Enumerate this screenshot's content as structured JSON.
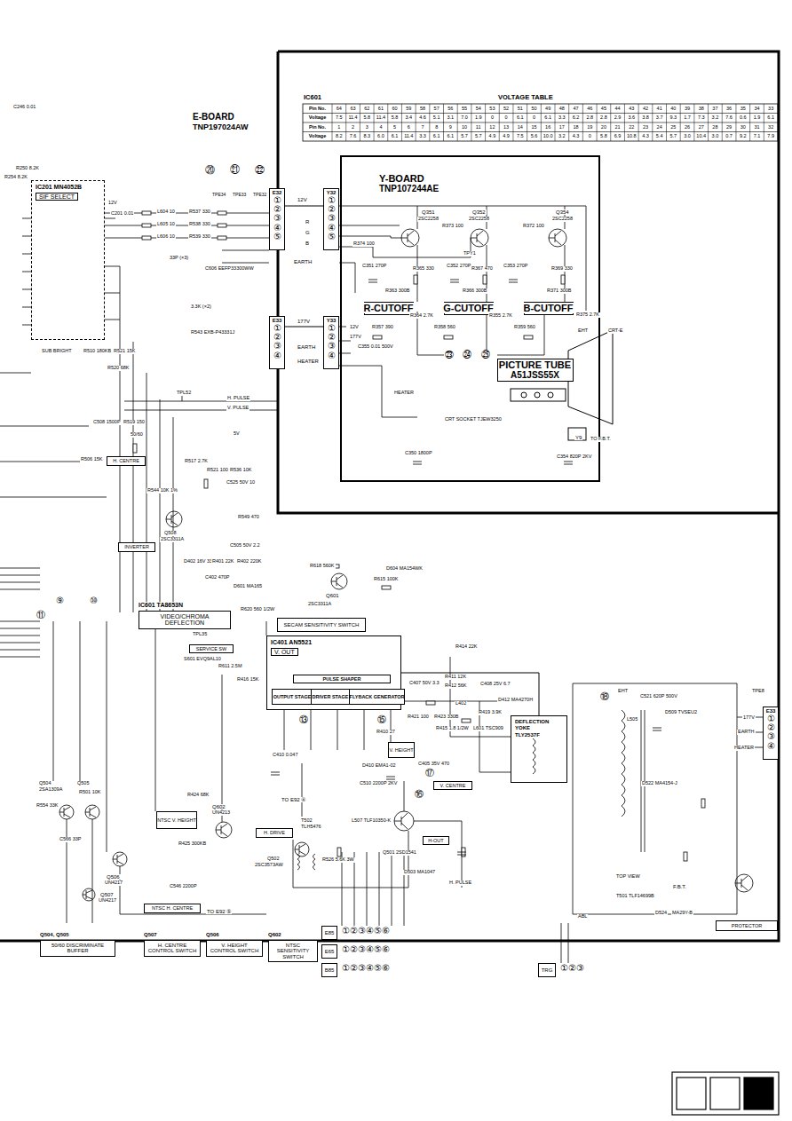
{
  "diagram": {
    "nodes": [
      {
        "text": [
          "Y-BOARD",
          "TNP107244AE"
        ]
      },
      {
        "text": [
          "IC201 MN4052B",
          "SIF SELECT"
        ]
      },
      {
        "text": [
          "IC601 TA8653N",
          "VIDEO/CHROMA DEFLECTION"
        ]
      },
      {
        "text": [
          "SECAM SENSITIVITY SWITCH"
        ]
      },
      {
        "text": [
          "IC401 AN5521",
          "V. OUT"
        ]
      },
      {
        "text": [
          "PULSE SHAPER"
        ],
        "in": 4
      },
      {
        "text": [
          "OUTPUT STAGE"
        ],
        "in": 4
      },
      {
        "text": [
          "DRIVER STAGE"
        ],
        "in": 4
      },
      {
        "text": [
          "FLYBACK GENERATOR"
        ],
        "in": 4
      },
      {
        "text": [
          "SERVICE SW"
        ]
      },
      {
        "text": [
          "DEFLECTION YOKE",
          "TLY2537F"
        ]
      },
      {
        "text": [
          "E32",
          "①②③④⑤"
        ]
      },
      {
        "text": [
          "Y32",
          "①②③④⑤"
        ]
      },
      {
        "text": [
          "E33",
          "①②③④"
        ]
      },
      {
        "text": [
          "Y33",
          "①②③④"
        ]
      },
      {
        "text": [
          "PICTURE TUBE",
          "A51JSS55X"
        ],
        "in": 0
      },
      {
        "text": [
          "R-CUTOFF"
        ],
        "in": 0
      },
      {
        "text": [
          "G-CUTOFF"
        ],
        "in": 0
      },
      {
        "text": [
          "B-CUTOFF"
        ],
        "in": 0
      },
      {
        "text": [
          "H. CENTRE"
        ]
      },
      {
        "text": [
          "INVERTER"
        ]
      },
      {
        "text": [
          "NTSC V. HEIGHT"
        ]
      },
      {
        "text": [
          "NTSC H. CENTRE"
        ]
      },
      {
        "text": [
          "H. DRIVE"
        ]
      },
      {
        "text": [
          "H-OUT"
        ]
      },
      {
        "text": [
          "V. HEIGHT"
        ]
      },
      {
        "text": [
          "V. CENTRE"
        ]
      },
      {
        "text": [
          "PROTECTOR"
        ]
      },
      {
        "text": [
          "E33",
          "①②③④"
        ]
      },
      {
        "text": [
          "E85"
        ]
      },
      {
        "text": [
          "E65"
        ]
      },
      {
        "text": [
          "B85"
        ]
      },
      {
        "text": [
          "TRG"
        ]
      },
      {
        "text": [
          "Q504, Q505",
          "50/60 DISCRIMINATE BUFFER"
        ]
      },
      {
        "text": [
          "Q507",
          "H. CENTRE CONTROL SWITCH"
        ]
      },
      {
        "text": [
          "Q506",
          "V. HEIGHT CONTROL SWITCH"
        ]
      },
      {
        "text": [
          "Q602",
          "NTSC SENSITIVITY SWITCH"
        ]
      }
    ],
    "edges": [
      {
        "from": 11,
        "to": 12,
        "arrow": "none"
      },
      {
        "from": 13,
        "to": 14,
        "arrow": "none"
      },
      {
        "from": 4,
        "to": 10,
        "arrow": "none"
      }
    ],
    "labels": [
      "IC601",
      "VOLTAGE TABLE",
      "Pin No.",
      "64",
      "63",
      "62",
      "61",
      "60",
      "59",
      "58",
      "57",
      "56",
      "55",
      "54",
      "53",
      "52",
      "51",
      "50",
      "49",
      "48",
      "47",
      "46",
      "45",
      "44",
      "43",
      "42",
      "41",
      "40",
      "39",
      "38",
      "37",
      "36",
      "35",
      "34",
      "33",
      "Voltage",
      "7.5",
      "11.4",
      "5.8",
      "11.4",
      "5.8",
      "3.4",
      "4.6",
      "5.1",
      "3.1",
      "7.0",
      "1.9",
      "0",
      "0",
      "6.1",
      "0",
      "6.1",
      "3.3",
      "6.2",
      "2.8",
      "2.8",
      "2.9",
      "3.6",
      "3.8",
      "3.7",
      "9.3",
      "1.7",
      "7.3",
      "3.2",
      "7.6",
      "0.6",
      "1.9",
      "6.1",
      "Pin No.",
      "1",
      "2",
      "3",
      "4",
      "5",
      "6",
      "7",
      "8",
      "9",
      "10",
      "11",
      "12",
      "13",
      "14",
      "15",
      "16",
      "17",
      "18",
      "19",
      "20",
      "21",
      "22",
      "23",
      "24",
      "25",
      "26",
      "27",
      "28",
      "29",
      "30",
      "31",
      "32",
      "Voltage",
      "8.2",
      "7.6",
      "8.3",
      "6.0",
      "6.1",
      "11.4",
      "3.3",
      "6.1",
      "6.1",
      "5.7",
      "5.7",
      "4.9",
      "4.9",
      "7.5",
      "5.6",
      "10.0",
      "3.2",
      "4.3",
      "0",
      "5.8",
      "6.9",
      "10.8",
      "4.3",
      "5.4",
      "5.7",
      "3.0",
      "10.4",
      "3.0",
      "0.7",
      "9.2",
      "7.1",
      "7.9",
      "E-BOARD",
      "TNP197024AW",
      "⑳",
      "㉑",
      "㉒",
      "TPE34",
      "TPE33",
      "TPE32",
      "12V",
      "R",
      "G",
      "B",
      "EARTH",
      "C246 0.01",
      "R250 8.2K",
      "R254 8.2K",
      "C201 0.01",
      "12V",
      "L604 10",
      "L605 10",
      "L606 10",
      "R537 330",
      "R538 330",
      "R539 330",
      "33P (×3)",
      "C606 EEFP33300WW",
      "3.3K (×2)",
      "R543 EXB-P43331J",
      "SUB BRIGHT",
      "R510 180KB",
      "R521 15K",
      "R520 68K",
      "H. PULSE",
      "V. PULSE",
      "TPL52",
      "5V",
      "C508 1500P",
      "R519 150",
      "50/60",
      "R506 15K",
      "R517 2.7K",
      "R521 100",
      "R536 10K",
      "C525 50V 10",
      "R544 10K 1%",
      "Q508",
      "2SC3311A",
      "R549 470",
      "C505 50V 2.2",
      "D402 16V 33",
      "R401 22K",
      "R402 220K",
      "C402 470P",
      "R618 560K",
      "Q601",
      "2SC3311A",
      "R615 100K",
      "D604 MA154WK",
      "D601 MA165",
      "R620 560 1/2W",
      "S601 EVQ9AL10",
      "TPL35",
      "R416 15K",
      "R611 2.5M",
      "R414 22K",
      "C407 50V 3.3",
      "R411 12K",
      "R412 56K",
      "C408 25V 6.7",
      "L402",
      "R421 100",
      "R423 330B",
      "R419 3.9K",
      "D412 MA4270H",
      "R415 1.8 1/2W",
      "L601 TSC909",
      "R410 27",
      "C410 0.047",
      "D410 EMA1-02",
      "C405 35V 470",
      "⑬",
      "⑮",
      "⑯",
      "⑰",
      "⑱",
      "⑨",
      "⑩",
      "⑪",
      "㉓",
      "㉔",
      "㉕",
      "TO E92 ④",
      "T502",
      "TLH5476",
      "Q502",
      "2SC3573AW",
      "R526 5.6K 3W",
      "L507 TLF10350-K",
      "Q501 2SD1541",
      "C510 2200P 2KV",
      "D503 MA1047",
      "H. PULSE",
      "T501 TLF14699B",
      "F.B.T.",
      "TOP VIEW",
      "EHT",
      "L505",
      "C521 620P 500V",
      "D509 TVSEU2",
      "TPE8",
      "177V",
      "EARTH",
      "HEATER",
      "D522 MA4154-J",
      "D524",
      "MA29Y-B",
      "ABL",
      "Y9",
      "TO F.B.T.",
      "EHT",
      "CRT-E",
      "HEATER",
      "C350 1800P",
      "C354 820P 2KV",
      "Q351",
      "2SC2258",
      "Q352",
      "2SC2258",
      "Q354",
      "2SC2258",
      "TPY1",
      "R374 100",
      "R373 100",
      "R372 100",
      "CRT SOCKET TJEW3250",
      "C351 270P",
      "C352 270P",
      "C353 270P",
      "R365 330",
      "R367 470",
      "R369 330",
      "R363 300B",
      "R366 300B",
      "R371 300B",
      "R364 2.7K",
      "R355 2.7K",
      "R357 390",
      "R358 560",
      "R359 560",
      "R375 2.7K",
      "12V",
      "177V",
      "C355 0.01 500V",
      "177V",
      "EARTH",
      "HEATER",
      "Q504",
      "2SA1309A",
      "Q505",
      "R554 33K",
      "C566 33P",
      "R501 10K",
      "Q506",
      "UN4217",
      "Q507",
      "UN4217",
      "Q602",
      "UN4213",
      "R424 68K",
      "R425 300KB",
      "C546 2200P",
      "TO E92 ⑤",
      "①②③④⑤⑥",
      "①②③④⑤⑥",
      "①②③④⑤⑥",
      "①②③"
    ]
  }
}
